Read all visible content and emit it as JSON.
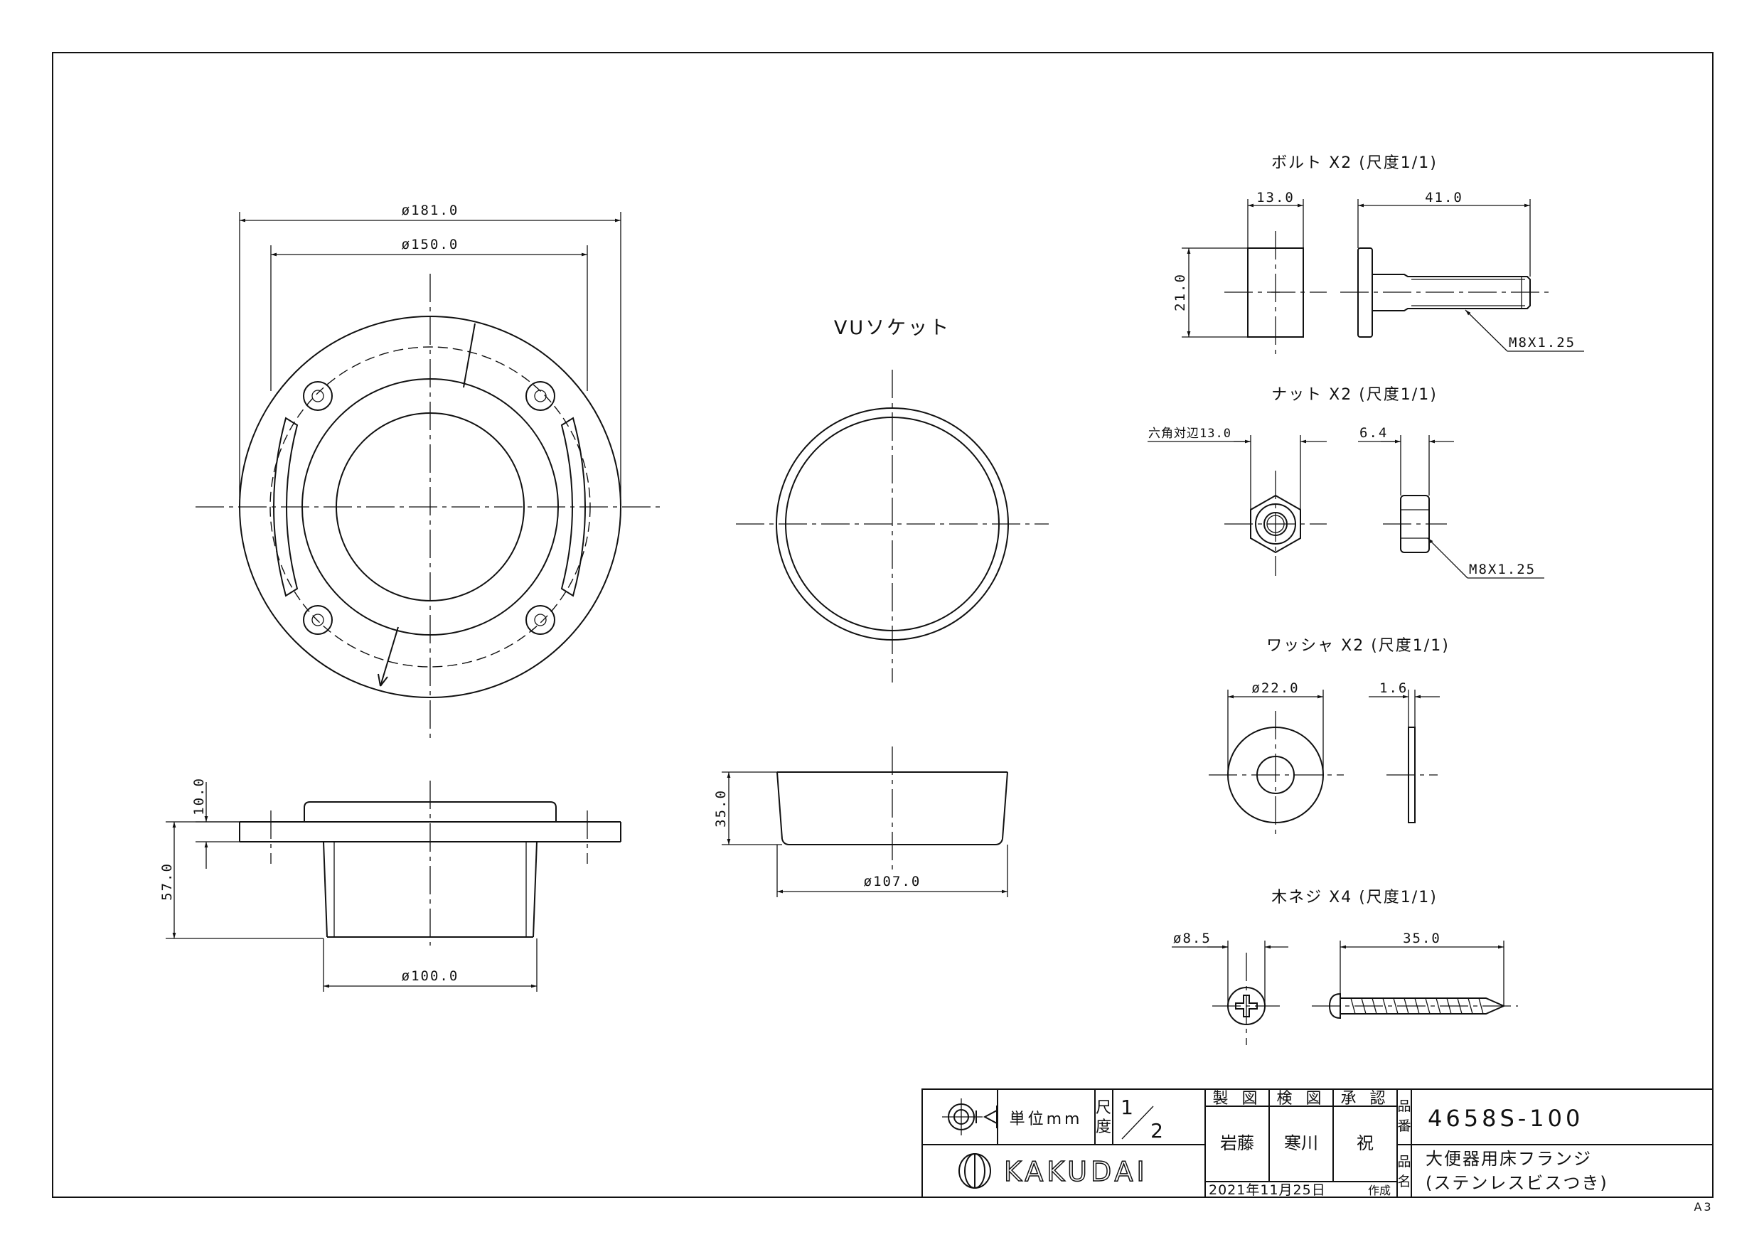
{
  "flange_view": {
    "dim_outer": "ø181.0",
    "dim_bolt_circle": "ø150.0",
    "dim_flange_thickness": "10.0",
    "dim_height": "57.0",
    "dim_spigot": "ø100.0"
  },
  "socket_view": {
    "label": "VUソケット",
    "dim_height": "35.0",
    "dim_diameter": "ø107.0"
  },
  "bolt": {
    "title": "ボルト X2 (尺度1/1)",
    "dim_head_width": "13.0",
    "dim_length": "41.0",
    "dim_head_height": "21.0",
    "thread": "M8X1.25"
  },
  "nut": {
    "title": "ナット X2 (尺度1/1)",
    "dim_across_flats": "六角対辺13.0",
    "dim_thickness": "6.4",
    "thread": "M8X1.25"
  },
  "washer": {
    "title": "ワッシャ X2 (尺度1/1)",
    "dim_diameter": "ø22.0",
    "dim_thickness": "1.6"
  },
  "screw": {
    "title": "木ネジ X4 (尺度1/1)",
    "dim_diameter": "ø8.5",
    "dim_length": "35.0"
  },
  "title_block": {
    "unit_label": "単位mm",
    "scale_label": "尺度",
    "scale_num": "1",
    "scale_den": "2",
    "col_made": "製 図",
    "col_check": "検 図",
    "col_approve": "承 認",
    "name_made": "岩藤",
    "name_check": "寒川",
    "name_approve": "祝",
    "hinban_label": "品番",
    "hinban": "4658S-100",
    "hinmei_label": "品名",
    "hinmei_line1": "大便器用床フランジ",
    "hinmei_line2": "(ステンレスビスつき)",
    "date": "2021年11月25日",
    "date_suffix": "作成",
    "logo": "KAKUDAI",
    "sheet_size": "A3"
  }
}
